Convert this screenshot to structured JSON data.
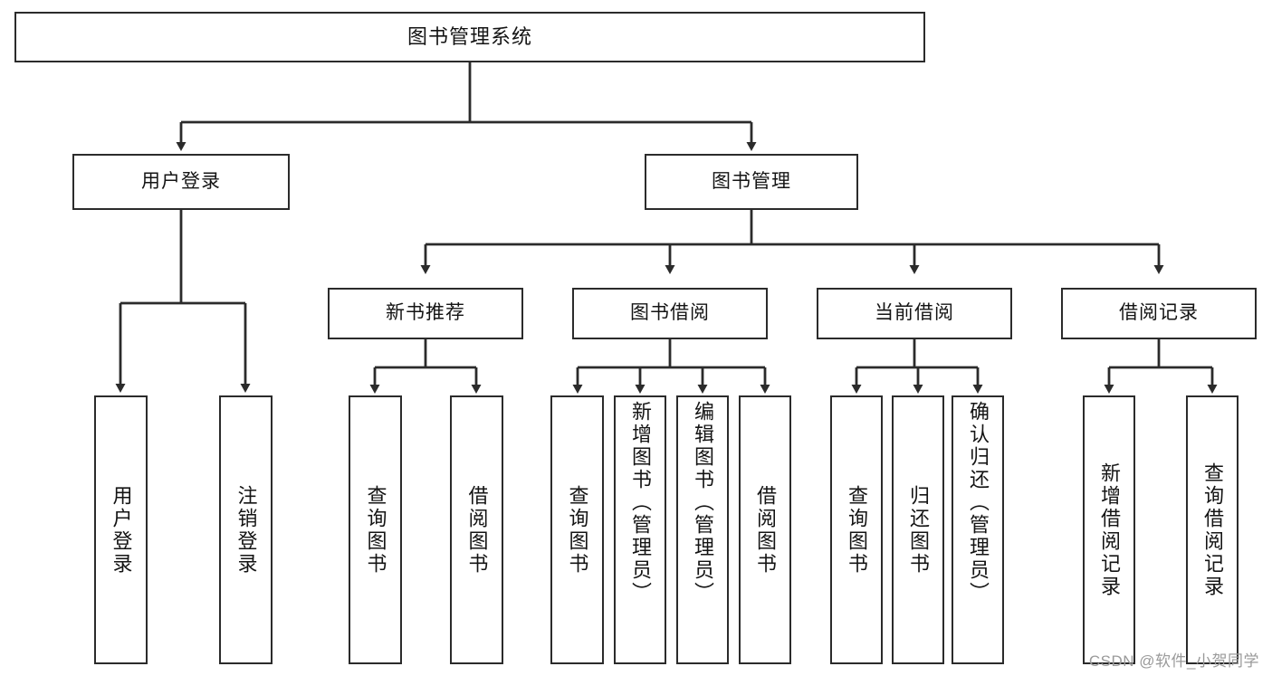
{
  "diagram": {
    "title": "图书管理系统",
    "type": "tree-hierarchy-diagram",
    "stroke_color": "#2b2b2b",
    "background_color": "#ffffff",
    "text_color": "#141414"
  },
  "nodes": {
    "root": {
      "label": "图书管理系统"
    },
    "level1": [
      {
        "id": "user-login",
        "label": "用户登录"
      },
      {
        "id": "book-manage",
        "label": "图书管理"
      }
    ],
    "level2": [
      {
        "id": "new-book-recommend",
        "label": "新书推荐"
      },
      {
        "id": "book-borrow",
        "label": "图书借阅"
      },
      {
        "id": "current-borrow",
        "label": "当前借阅"
      },
      {
        "id": "borrow-record",
        "label": "借阅记录"
      }
    ],
    "leaves": {
      "user-login": [
        {
          "id": "leaf-user-login",
          "label": "用户登录"
        },
        {
          "id": "leaf-logout-login",
          "label": "注销登录"
        }
      ],
      "new-book-recommend": [
        {
          "id": "leaf-query-book-1",
          "label": "查询图书"
        },
        {
          "id": "leaf-borrow-book-1",
          "label": "借阅图书"
        }
      ],
      "book-borrow": [
        {
          "id": "leaf-query-book-2",
          "label": "查询图书"
        },
        {
          "id": "leaf-add-book-admin",
          "label": "新增图书（管理员）"
        },
        {
          "id": "leaf-edit-book-admin",
          "label": "编辑图书（管理员）"
        },
        {
          "id": "leaf-borrow-book-2",
          "label": "借阅图书"
        }
      ],
      "current-borrow": [
        {
          "id": "leaf-query-book-3",
          "label": "查询图书"
        },
        {
          "id": "leaf-return-book",
          "label": "归还图书"
        },
        {
          "id": "leaf-confirm-return-admin",
          "label": "确认归还（管理员）"
        }
      ],
      "borrow-record": [
        {
          "id": "leaf-add-borrow-record",
          "label": "新增借阅记录"
        },
        {
          "id": "leaf-query-borrow-record",
          "label": "查询借阅记录"
        }
      ]
    }
  },
  "watermark": {
    "text": "CSDN @软件_小贺同学"
  }
}
